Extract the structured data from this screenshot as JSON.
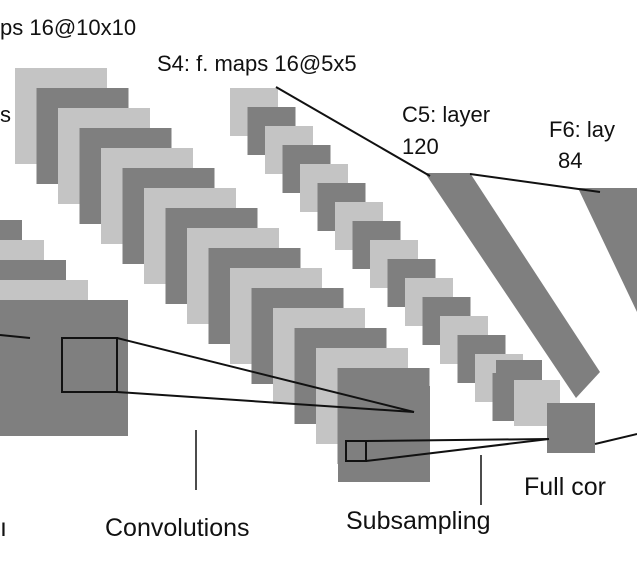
{
  "labels": {
    "c3_maps": "ps 16@10x10",
    "c2_fragment": "s",
    "s4_maps": "S4: f. maps 16@5x5",
    "c5_name": "C5: layer",
    "c5_size": "120",
    "f6_name": "F6: lay",
    "f6_size": "84",
    "full_connection": "Full cor",
    "convolutions": "Convolutions",
    "subsampling": "Subsampling",
    "left_fragment": "ı"
  },
  "colors": {
    "map_dark": "#7f7f7f",
    "map_light": "#c4c4c4",
    "line": "#111111",
    "background": "#ffffff"
  }
}
